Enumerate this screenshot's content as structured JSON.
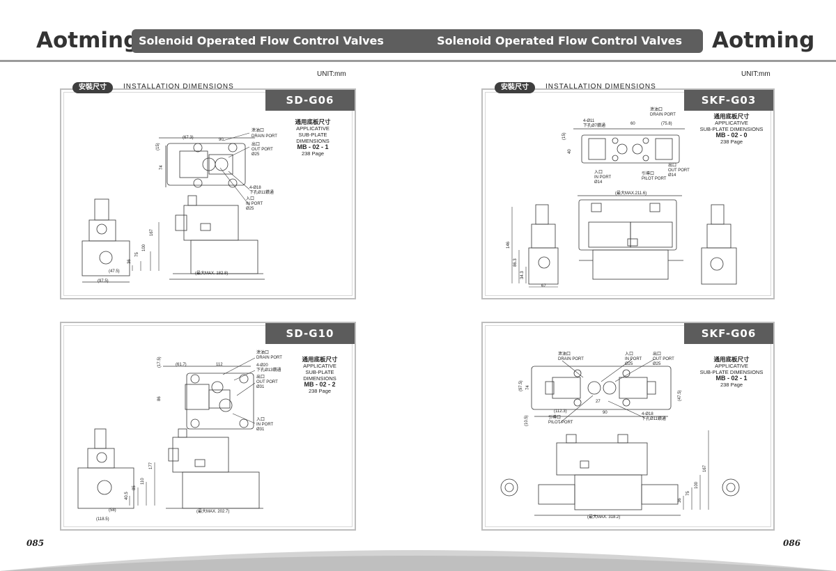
{
  "header": {
    "brand": "Aotming",
    "left_title": "Solenoid Operated Flow Control Valves",
    "right_title": "Solenoid Operated Flow Control Valves",
    "unit_left": "UNIT:mm",
    "unit_right": "UNIT:mm"
  },
  "section": {
    "cn_label": "安裝尺寸",
    "en_label": "INSTALLATION DIMENSIONS"
  },
  "panels": {
    "sdg06": {
      "model": "SD-G06",
      "sub_cn": "通用底板尺寸",
      "sub_en1": "APPLICATIVE",
      "sub_en2": "SUB-PLATE DIMENSIONS",
      "sub_code": "MB - 02 - 1",
      "sub_page": "238 Page",
      "labels": {
        "drain_cn": "泄油口",
        "drain_en": "DRAIN PORT",
        "out_cn": "出口",
        "out_en": "OUT PORT",
        "out_d": "Ø25",
        "holes": "4-Ø18",
        "holes_sub": "下孔Ø11鑽通",
        "in_cn": "入口",
        "in_en": "IN PORT",
        "in_d": "Ø25",
        "dim_67": "(67.3)",
        "dim_90": "90",
        "dim_15": "(15)",
        "dim_74": "74",
        "dim_167": "167",
        "dim_100": "100",
        "dim_75": "75",
        "dim_36": "36",
        "dim_475": "(47.5)",
        "dim_975": "(97.5)",
        "dim_max": "(最大MAX. 182.8)"
      }
    },
    "sdg10": {
      "model": "SD-G10",
      "sub_cn": "通用底板尺寸",
      "sub_en1": "APPLICATIVE",
      "sub_en2": "SUB-PLATE DIMENSIONS",
      "sub_code": "MB - 02 - 2",
      "sub_page": "238 Page",
      "labels": {
        "drain_cn": "泄油口",
        "drain_en": "DRAIN PORT",
        "holes": "4-Ø20",
        "holes_sub": "下孔Ø13鑽通",
        "out_cn": "出口",
        "out_en": "OUT PORT",
        "out_d": "Ø31",
        "in_cn": "入口",
        "in_en": "IN PORT",
        "in_d": "Ø31",
        "dim_617": "(61.7)",
        "dim_112": "112",
        "dim_175": "(17.5)",
        "dim_86": "86",
        "dim_177": "177",
        "dim_110": "110",
        "dim_85": "85",
        "dim_405": "40.5",
        "dim_58": "(58)",
        "dim_1185": "(118.5)",
        "dim_max": "(最大MAX. 202.7)"
      }
    },
    "skfg03": {
      "model": "SKF-G03",
      "sub_cn": "通用底板尺寸",
      "sub_en1": "APPLICATIVE",
      "sub_en2": "SUB-PLATE DIMENSIONS",
      "sub_code": "MB - 02 - 0",
      "sub_page": "238 Page",
      "labels": {
        "drain_cn": "泄油口",
        "drain_en": "DRAIN PORT",
        "holes": "4-Ø11",
        "holes_sub": "下孔Ø7鑽通",
        "out_cn": "出口",
        "out_en": "OUT PORT",
        "out_d": "Ø14",
        "in_cn": "入口",
        "in_en": "IN PORT",
        "in_d": "Ø14",
        "pilot_cn": "引導口",
        "pilot_en": "PILOT PORT",
        "dim_60": "60",
        "dim_758": "(75.8)",
        "dim_15": "(15)",
        "dim_40": "40",
        "dim_max": "(最大MAX.211.6)",
        "dim_146": "146",
        "dim_863": "86.3",
        "dim_343": "34.3",
        "dim_67": "67"
      }
    },
    "skfg06": {
      "model": "SKF-G06",
      "sub_cn": "通用底板尺寸",
      "sub_en1": "APPLICATIVE",
      "sub_en2": "SUB-PLATE DIMENSIONS",
      "sub_code": "MB - 02 - 1",
      "sub_page": "238 Page",
      "labels": {
        "drain_cn": "泄油口",
        "drain_en": "DRAIN PORT",
        "in_cn": "入口",
        "in_en": "IN PORT",
        "in_d": "Ø25",
        "out_cn": "出口",
        "out_en": "OUT PORT",
        "out_d": "Ø25",
        "pilot_cn": "引導口",
        "pilot_en": "PILOT PORT",
        "holes": "4-Ø18",
        "holes_sub": "下孔Ø11鑽通",
        "dim_975": "(97.5)",
        "dim_74": "74",
        "dim_105": "(10.5)",
        "dim_475": "(47.5)",
        "dim_1123": "(112.3)",
        "dim_90": "90",
        "dim_27": "27",
        "dim_167": "167",
        "dim_100": "100",
        "dim_75": "75",
        "dim_36": "36",
        "dim_max": "(最大MAX. 318.2)"
      }
    }
  },
  "footer": {
    "page_left": "085",
    "page_right": "086"
  }
}
